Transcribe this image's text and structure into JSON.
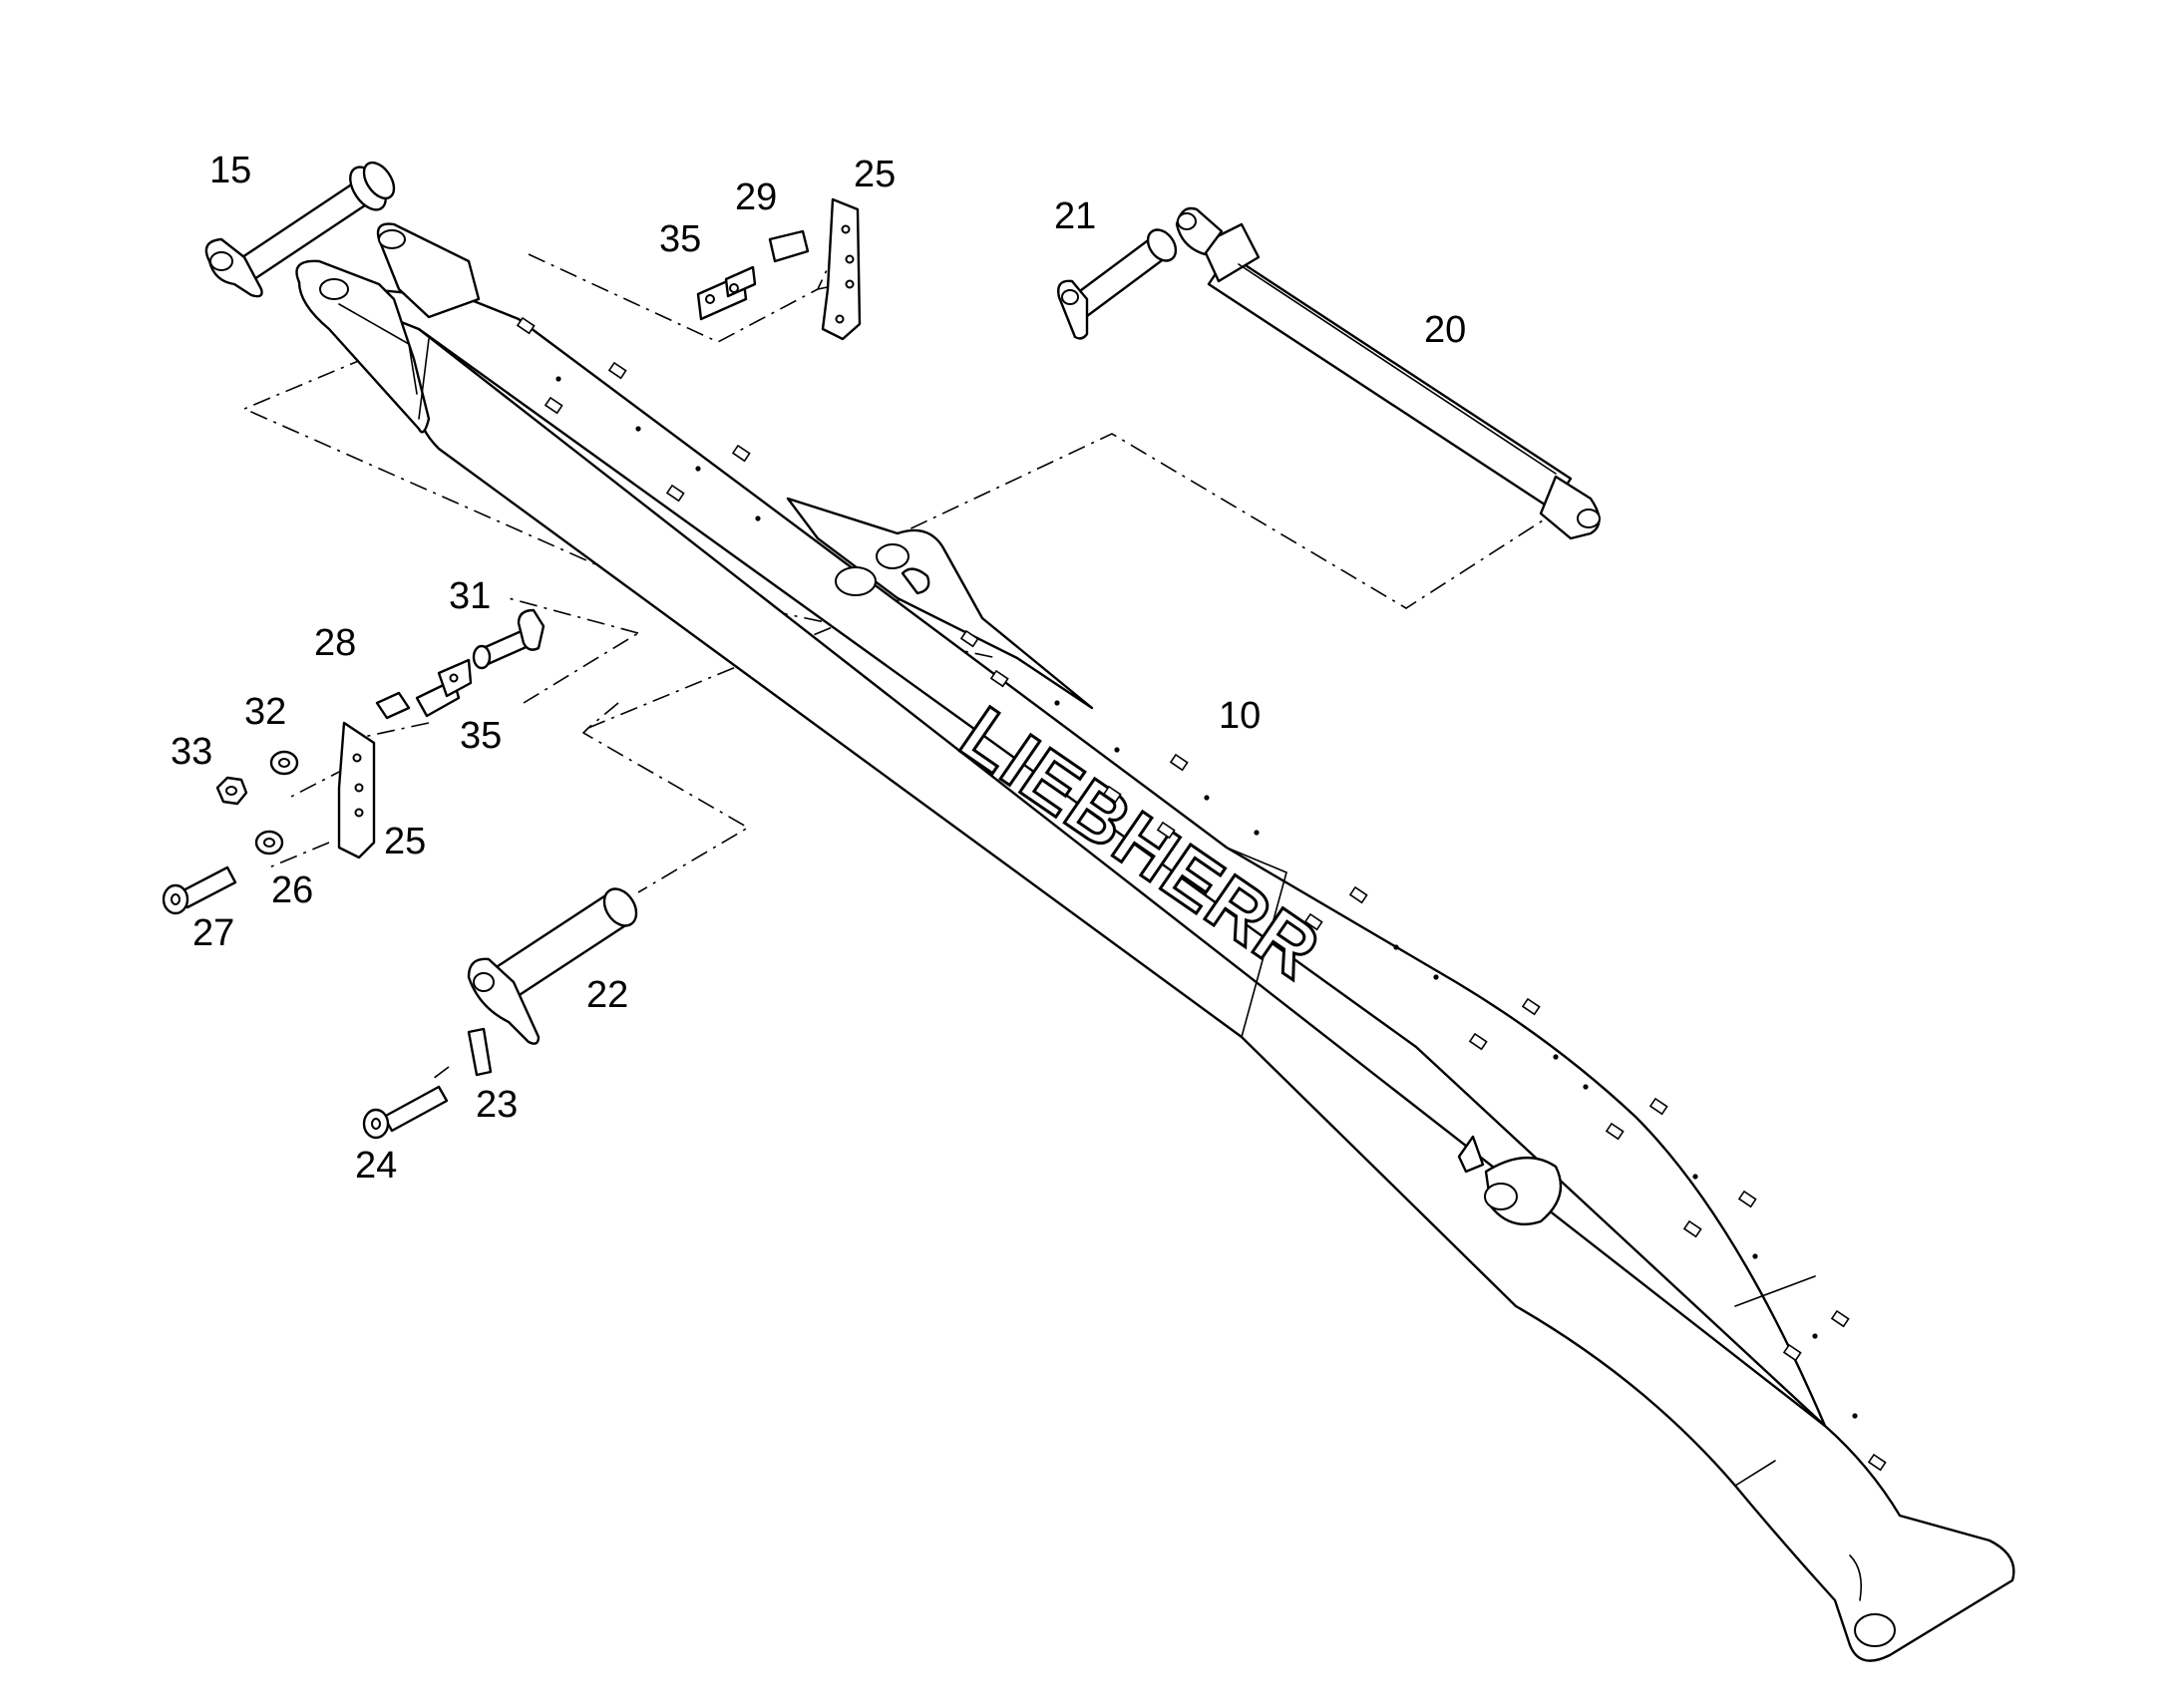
{
  "brand_lettering": "LIEBHERR",
  "callouts": {
    "c15": "15",
    "c35a": "35",
    "c29": "29",
    "c25a": "25",
    "c21": "21",
    "c20": "20",
    "c31": "31",
    "c28": "28",
    "c32": "32",
    "c35b": "35",
    "c33": "33",
    "c25b": "25",
    "c26": "26",
    "c27": "27",
    "c10": "10",
    "c22": "22",
    "c23": "23",
    "c24": "24"
  },
  "colors": {
    "line": "#000000",
    "paper": "#ffffff"
  }
}
